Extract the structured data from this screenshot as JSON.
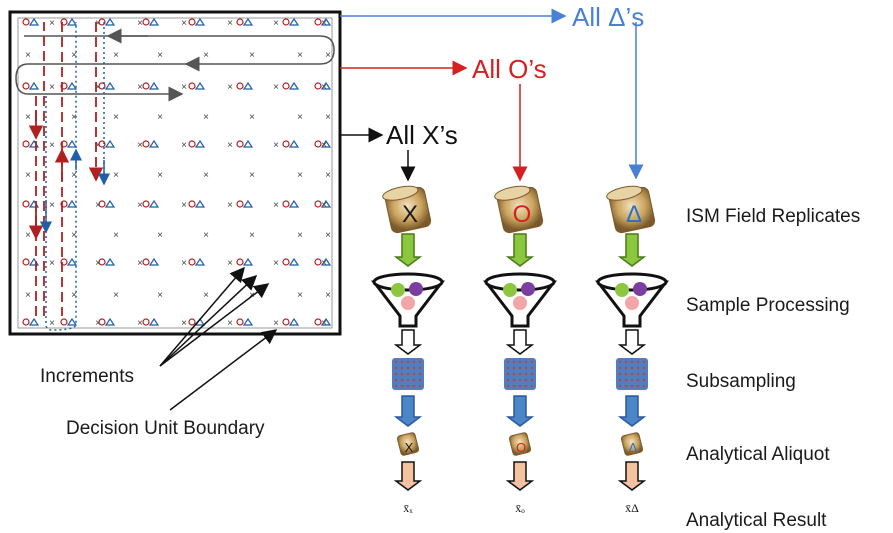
{
  "legend_labels": {
    "all_x": "All X’s",
    "all_o": "All O’s",
    "all_delta": "All Δ’s"
  },
  "annotations": {
    "increments": "Increments",
    "boundary": "Decision Unit Boundary"
  },
  "steps": [
    "ISM Field Replicates",
    "Sample Processing",
    "Subsampling",
    "Analytical Aliquot",
    "Analytical Result"
  ],
  "replicates": [
    {
      "symbol": "X",
      "result": "x̄ₓ",
      "color": "#1a1a1a"
    },
    {
      "symbol": "O",
      "result": "x̄ₒ",
      "color": "#d42020"
    },
    {
      "symbol": "Δ",
      "result": "x̄Δ",
      "color": "#2a6fc9"
    }
  ],
  "colors": {
    "x_path": "#555555",
    "o_path": "#b02020",
    "delta_path": "#1f5fa8",
    "label_delta": "#4a7fd6",
    "label_o": "#d42020",
    "arrow_green": "#8dc63f",
    "arrow_blue": "#4a86c8",
    "arrow_peach": "#f4c2a0",
    "subsample_blue": "#4f7fbf",
    "jar_gold": "#c9a25e"
  }
}
